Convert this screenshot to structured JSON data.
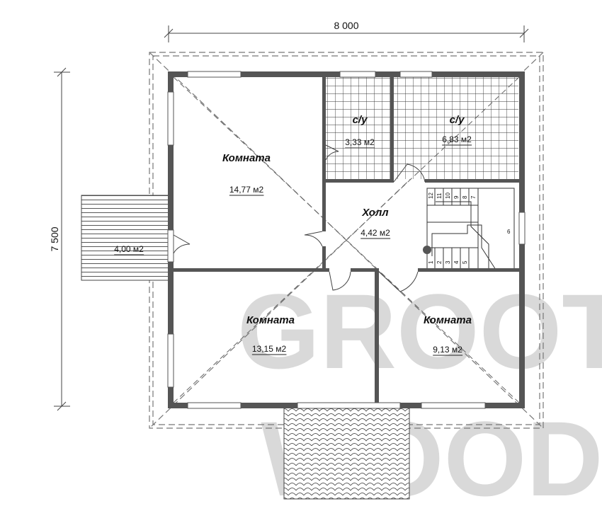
{
  "dimensions": {
    "width": "8 000",
    "height": "7 500"
  },
  "watermark": {
    "line1": "GROOT",
    "line2": "WOOD"
  },
  "rooms": {
    "room_left_top": {
      "name": "Комната",
      "area": "14,77 м2"
    },
    "bath_small": {
      "name": "с/у",
      "area": "3,33 м2"
    },
    "bath_large": {
      "name": "с/у",
      "area": "6,83 м2"
    },
    "hall": {
      "name": "Холл",
      "area": "4,42 м2"
    },
    "room_bottom_left": {
      "name": "Комната",
      "area": "13,15 м2"
    },
    "room_bottom_right": {
      "name": "Комната",
      "area": "9,13 м2"
    }
  },
  "terrace": {
    "area": "4,00 м2"
  },
  "stairs": {
    "steps_bottom": [
      "1",
      "2",
      "3",
      "4",
      "5"
    ],
    "steps_landing": "6",
    "steps_top": [
      "12",
      "11",
      "10",
      "9",
      "8",
      "7"
    ]
  },
  "colors": {
    "wall": "#555555",
    "line": "#444444",
    "watermark": "#d9d9d9"
  }
}
